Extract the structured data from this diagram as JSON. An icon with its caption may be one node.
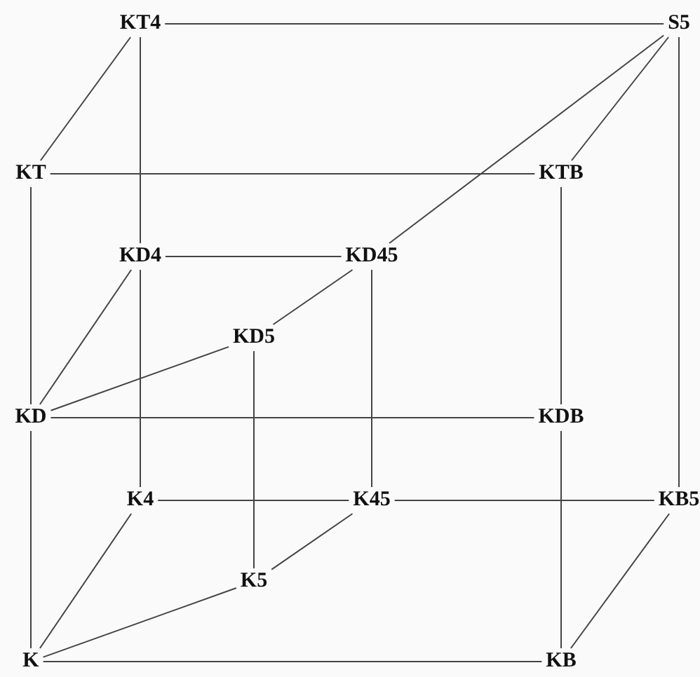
{
  "diagram": {
    "nodes": [
      {
        "text": [
          "KT4"
        ]
      },
      {
        "text": [
          "S5"
        ]
      },
      {
        "text": [
          "KT"
        ]
      },
      {
        "text": [
          "KTB"
        ]
      },
      {
        "text": [
          "KD4"
        ]
      },
      {
        "text": [
          "KD45"
        ]
      },
      {
        "text": [
          "KD5"
        ]
      },
      {
        "text": [
          "KD"
        ]
      },
      {
        "text": [
          "KDB"
        ]
      },
      {
        "text": [
          "K4"
        ]
      },
      {
        "text": [
          "K45"
        ]
      },
      {
        "text": [
          "KB5"
        ]
      },
      {
        "text": [
          "K5"
        ]
      },
      {
        "text": [
          "K"
        ]
      },
      {
        "text": [
          "KB"
        ]
      }
    ],
    "edges": [
      {
        "from": 0,
        "to": 1,
        "arrow": "none"
      },
      {
        "from": 0,
        "to": 2,
        "arrow": "none"
      },
      {
        "from": 0,
        "to": 4,
        "arrow": "none"
      },
      {
        "from": 1,
        "to": 3,
        "arrow": "none"
      },
      {
        "from": 1,
        "to": 5,
        "arrow": "none"
      },
      {
        "from": 1,
        "to": 11,
        "arrow": "none"
      },
      {
        "from": 2,
        "to": 3,
        "arrow": "none"
      },
      {
        "from": 2,
        "to": 7,
        "arrow": "none"
      },
      {
        "from": 3,
        "to": 8,
        "arrow": "none"
      },
      {
        "from": 4,
        "to": 5,
        "arrow": "none"
      },
      {
        "from": 4,
        "to": 7,
        "arrow": "none"
      },
      {
        "from": 4,
        "to": 9,
        "arrow": "none"
      },
      {
        "from": 5,
        "to": 6,
        "arrow": "none"
      },
      {
        "from": 5,
        "to": 10,
        "arrow": "none"
      },
      {
        "from": 6,
        "to": 7,
        "arrow": "none"
      },
      {
        "from": 6,
        "to": 12,
        "arrow": "none"
      },
      {
        "from": 7,
        "to": 8,
        "arrow": "none"
      },
      {
        "from": 7,
        "to": 13,
        "arrow": "none"
      },
      {
        "from": 8,
        "to": 14,
        "arrow": "none"
      },
      {
        "from": 9,
        "to": 10,
        "arrow": "none"
      },
      {
        "from": 9,
        "to": 13,
        "arrow": "none"
      },
      {
        "from": 10,
        "to": 11,
        "arrow": "none"
      },
      {
        "from": 10,
        "to": 12,
        "arrow": "none"
      },
      {
        "from": 11,
        "to": 14,
        "arrow": "none"
      },
      {
        "from": 12,
        "to": 13,
        "arrow": "none"
      },
      {
        "from": 13,
        "to": 14,
        "arrow": "none"
      }
    ]
  }
}
